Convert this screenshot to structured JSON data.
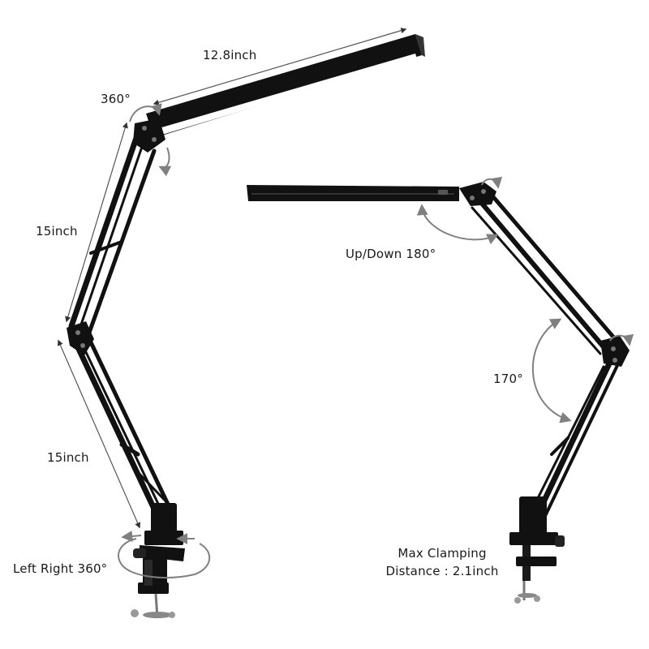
{
  "labels": {
    "top_arm_length": "12.8inch",
    "head_rotation": "360°",
    "upper_arm_length": "15inch",
    "lower_arm_length": "15inch",
    "base_rotation": "Left Right 360°",
    "head_tilt": "Up/Down 180°",
    "elbow_angle": "170°",
    "clamp_line1": "Max Clamping",
    "clamp_line2": "Distance : 2.1inch"
  },
  "colors": {
    "metal": "#111111",
    "dimension": "#555555",
    "arrow": "#808080",
    "light": "#ffffff"
  }
}
